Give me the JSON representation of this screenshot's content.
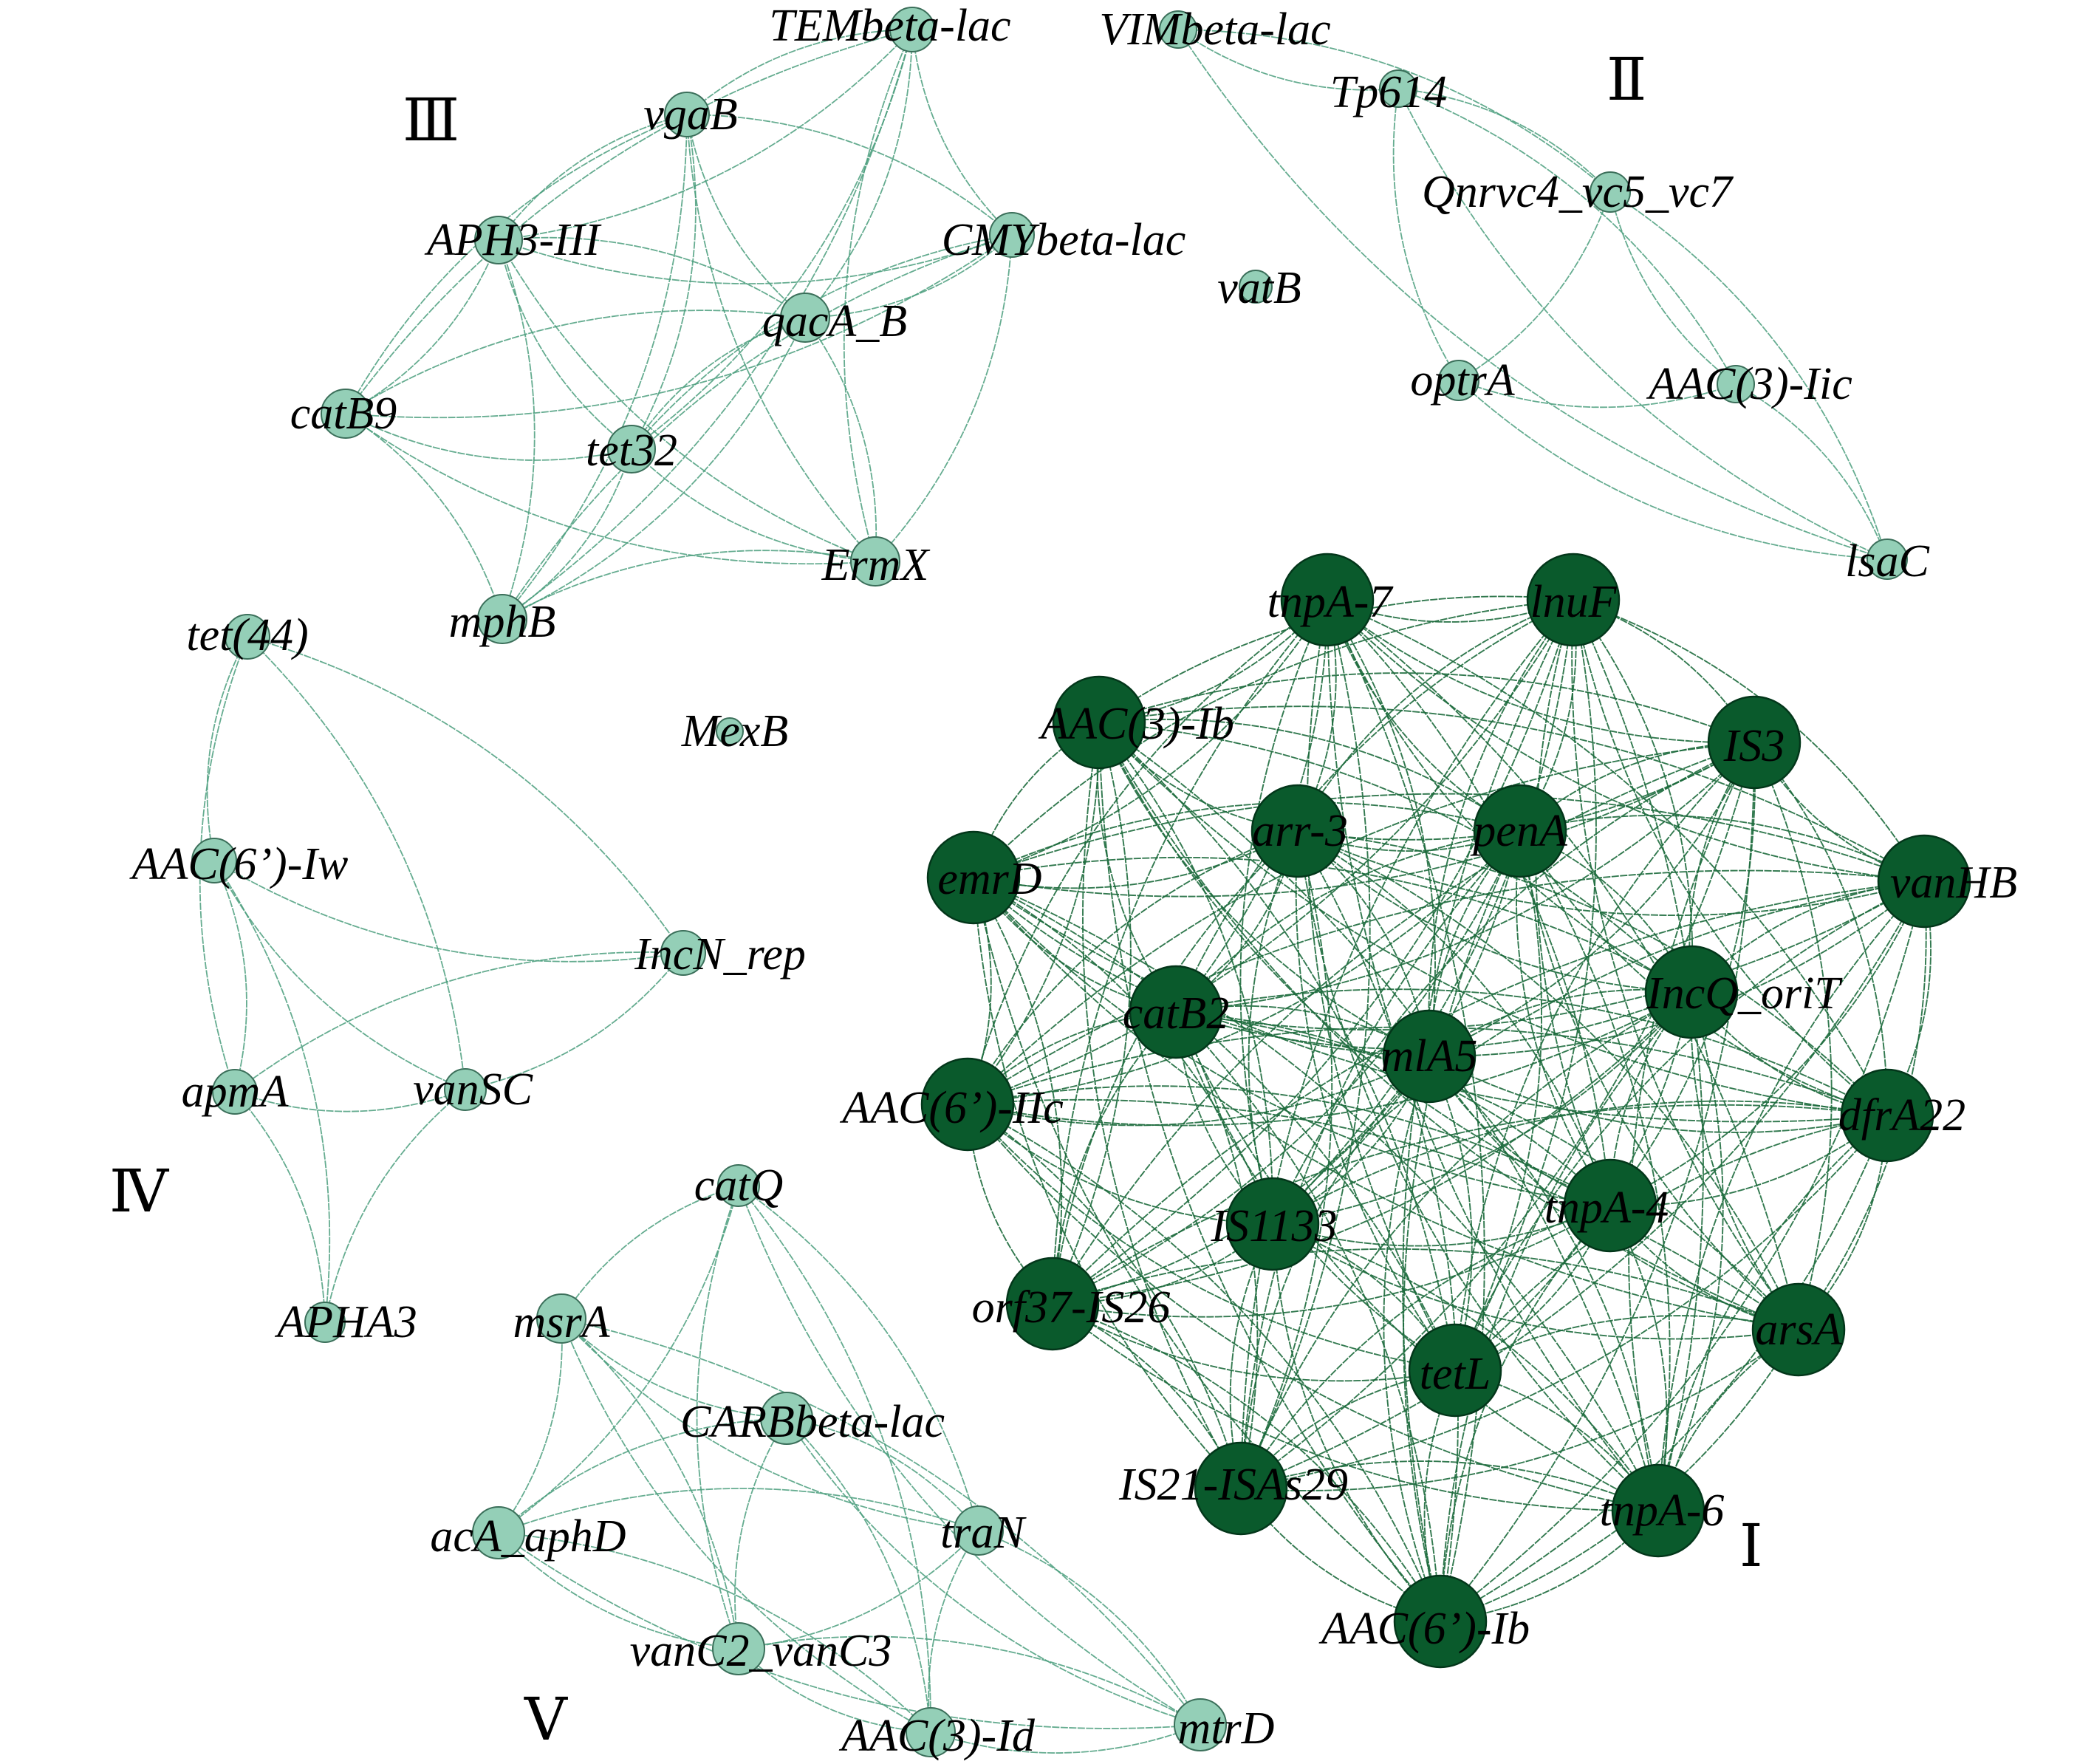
{
  "colors": {
    "light_node": "#94cfb7",
    "dark_node": "#0a5a2c",
    "light_edge": "#4a9e7c",
    "dark_edge": "#1c6a3c"
  },
  "clusters": [
    {
      "id": "I",
      "label": "Ⅰ"
    },
    {
      "id": "II",
      "label": "Ⅱ"
    },
    {
      "id": "III",
      "label": "Ⅲ"
    },
    {
      "id": "IV",
      "label": "Ⅳ"
    },
    {
      "id": "V",
      "label": "Ⅴ"
    }
  ],
  "nodes": [
    {
      "id": "TEMbeta-lac",
      "label": "TEMbeta-lac",
      "cluster": "III"
    },
    {
      "id": "vgaB",
      "label": "vgaB",
      "cluster": "III"
    },
    {
      "id": "APH3-III",
      "label": "APH3-III",
      "cluster": "III"
    },
    {
      "id": "CMYbeta-lac",
      "label": "CMYbeta-lac",
      "cluster": "III"
    },
    {
      "id": "qacA_B",
      "label": "qacA_B",
      "cluster": "III"
    },
    {
      "id": "catB9",
      "label": "catB9",
      "cluster": "III"
    },
    {
      "id": "tet32",
      "label": "tet32",
      "cluster": "III"
    },
    {
      "id": "ErmX",
      "label": "ErmX",
      "cluster": "III"
    },
    {
      "id": "mphB",
      "label": "mphB",
      "cluster": "III"
    },
    {
      "id": "VIMbeta-lac",
      "label": "VIMbeta-lac",
      "cluster": "II"
    },
    {
      "id": "Tp614",
      "label": "Tp614",
      "cluster": "II"
    },
    {
      "id": "Qnrvc4_vc5_vc7",
      "label": "Qnrvc4_vc5_vc7",
      "cluster": "II"
    },
    {
      "id": "optrA",
      "label": "optrA",
      "cluster": "II"
    },
    {
      "id": "AAC(3)-Iic",
      "label": "AAC(3)-Iic",
      "cluster": "II"
    },
    {
      "id": "lsaC",
      "label": "lsaC",
      "cluster": "II"
    },
    {
      "id": "vatB",
      "label": "vatB",
      "cluster": "none"
    },
    {
      "id": "MexB",
      "label": "MexB",
      "cluster": "none"
    },
    {
      "id": "tet(44)",
      "label": "tet(44)",
      "cluster": "IV"
    },
    {
      "id": "AAC(6')-Iw",
      "label": "AAC(6’)-Iw",
      "cluster": "IV"
    },
    {
      "id": "IncN_rep",
      "label": "IncN_rep",
      "cluster": "IV"
    },
    {
      "id": "apmA",
      "label": "apmA",
      "cluster": "IV"
    },
    {
      "id": "vanSC",
      "label": "vanSC",
      "cluster": "IV"
    },
    {
      "id": "APHA3",
      "label": "APHA3",
      "cluster": "IV"
    },
    {
      "id": "catQ",
      "label": "catQ",
      "cluster": "V"
    },
    {
      "id": "msrA",
      "label": "msrA",
      "cluster": "V"
    },
    {
      "id": "CARBbeta-lac",
      "label": "CARBbeta-lac",
      "cluster": "V"
    },
    {
      "id": "acA_aphD",
      "label": "acA_aphD",
      "cluster": "V"
    },
    {
      "id": "traN",
      "label": "traN",
      "cluster": "V"
    },
    {
      "id": "vanC2_vanC3",
      "label": "vanC2_vanC3",
      "cluster": "V"
    },
    {
      "id": "AAC(3)-Id",
      "label": "AAC(3)-Id",
      "cluster": "V"
    },
    {
      "id": "mtrD",
      "label": "mtrD",
      "cluster": "V"
    },
    {
      "id": "tnpA-7",
      "label": "tnpA-7",
      "cluster": "I"
    },
    {
      "id": "lnuF",
      "label": "lnuF",
      "cluster": "I"
    },
    {
      "id": "AAC(3)-Ib",
      "label": "AAC(3)-Ib",
      "cluster": "I"
    },
    {
      "id": "IS3",
      "label": "IS3",
      "cluster": "I"
    },
    {
      "id": "arr-3",
      "label": "arr-3",
      "cluster": "I"
    },
    {
      "id": "penA",
      "label": "penA",
      "cluster": "I"
    },
    {
      "id": "emrD",
      "label": "emrD",
      "cluster": "I"
    },
    {
      "id": "vanHB",
      "label": "vanHB",
      "cluster": "I"
    },
    {
      "id": "catB2",
      "label": "catB2",
      "cluster": "I"
    },
    {
      "id": "IncQ_oriT",
      "label": "IncQ_oriT",
      "cluster": "I"
    },
    {
      "id": "mlA5",
      "label": "mlA5",
      "cluster": "I"
    },
    {
      "id": "AAC(6')-IIc",
      "label": "AAC(6’)-IIc",
      "cluster": "I"
    },
    {
      "id": "dfrA22",
      "label": "dfrA22",
      "cluster": "I"
    },
    {
      "id": "IS1133",
      "label": "IS1133",
      "cluster": "I"
    },
    {
      "id": "tnpA-4",
      "label": "tnpA-4",
      "cluster": "I"
    },
    {
      "id": "orf37-IS26",
      "label": "orf37-IS26",
      "cluster": "I"
    },
    {
      "id": "arsA",
      "label": "arsA",
      "cluster": "I"
    },
    {
      "id": "tetL",
      "label": "tetL",
      "cluster": "I"
    },
    {
      "id": "IS21-ISAs29",
      "label": "IS21-ISAs29",
      "cluster": "I"
    },
    {
      "id": "tnpA-6",
      "label": "tnpA-6",
      "cluster": "I"
    },
    {
      "id": "AAC(6')-Ib",
      "label": "AAC(6’)-Ib",
      "cluster": "I"
    }
  ],
  "edges": {
    "II": [
      [
        "VIMbeta-lac",
        "Tp614"
      ],
      [
        "VIMbeta-lac",
        "Qnrvc4_vc5_vc7"
      ],
      [
        "VIMbeta-lac",
        "lsaC"
      ],
      [
        "Tp614",
        "Qnrvc4_vc5_vc7"
      ],
      [
        "Tp614",
        "optrA"
      ],
      [
        "Tp614",
        "AAC(3)-Iic"
      ],
      [
        "Tp614",
        "lsaC"
      ],
      [
        "Qnrvc4_vc5_vc7",
        "optrA"
      ],
      [
        "Qnrvc4_vc5_vc7",
        "AAC(3)-Iic"
      ],
      [
        "Qnrvc4_vc5_vc7",
        "lsaC"
      ],
      [
        "optrA",
        "lsaC"
      ],
      [
        "AAC(3)-Iic",
        "lsaC"
      ],
      [
        "optrA",
        "AAC(3)-Iic"
      ]
    ],
    "IV": [
      [
        "tet(44)",
        "AAC(6')-Iw"
      ],
      [
        "tet(44)",
        "IncN_rep"
      ],
      [
        "tet(44)",
        "apmA"
      ],
      [
        "tet(44)",
        "vanSC"
      ],
      [
        "AAC(6')-Iw",
        "IncN_rep"
      ],
      [
        "AAC(6')-Iw",
        "apmA"
      ],
      [
        "AAC(6')-Iw",
        "vanSC"
      ],
      [
        "AAC(6')-Iw",
        "APHA3"
      ],
      [
        "IncN_rep",
        "apmA"
      ],
      [
        "IncN_rep",
        "vanSC"
      ],
      [
        "apmA",
        "vanSC"
      ],
      [
        "apmA",
        "APHA3"
      ],
      [
        "vanSC",
        "APHA3"
      ]
    ]
  }
}
